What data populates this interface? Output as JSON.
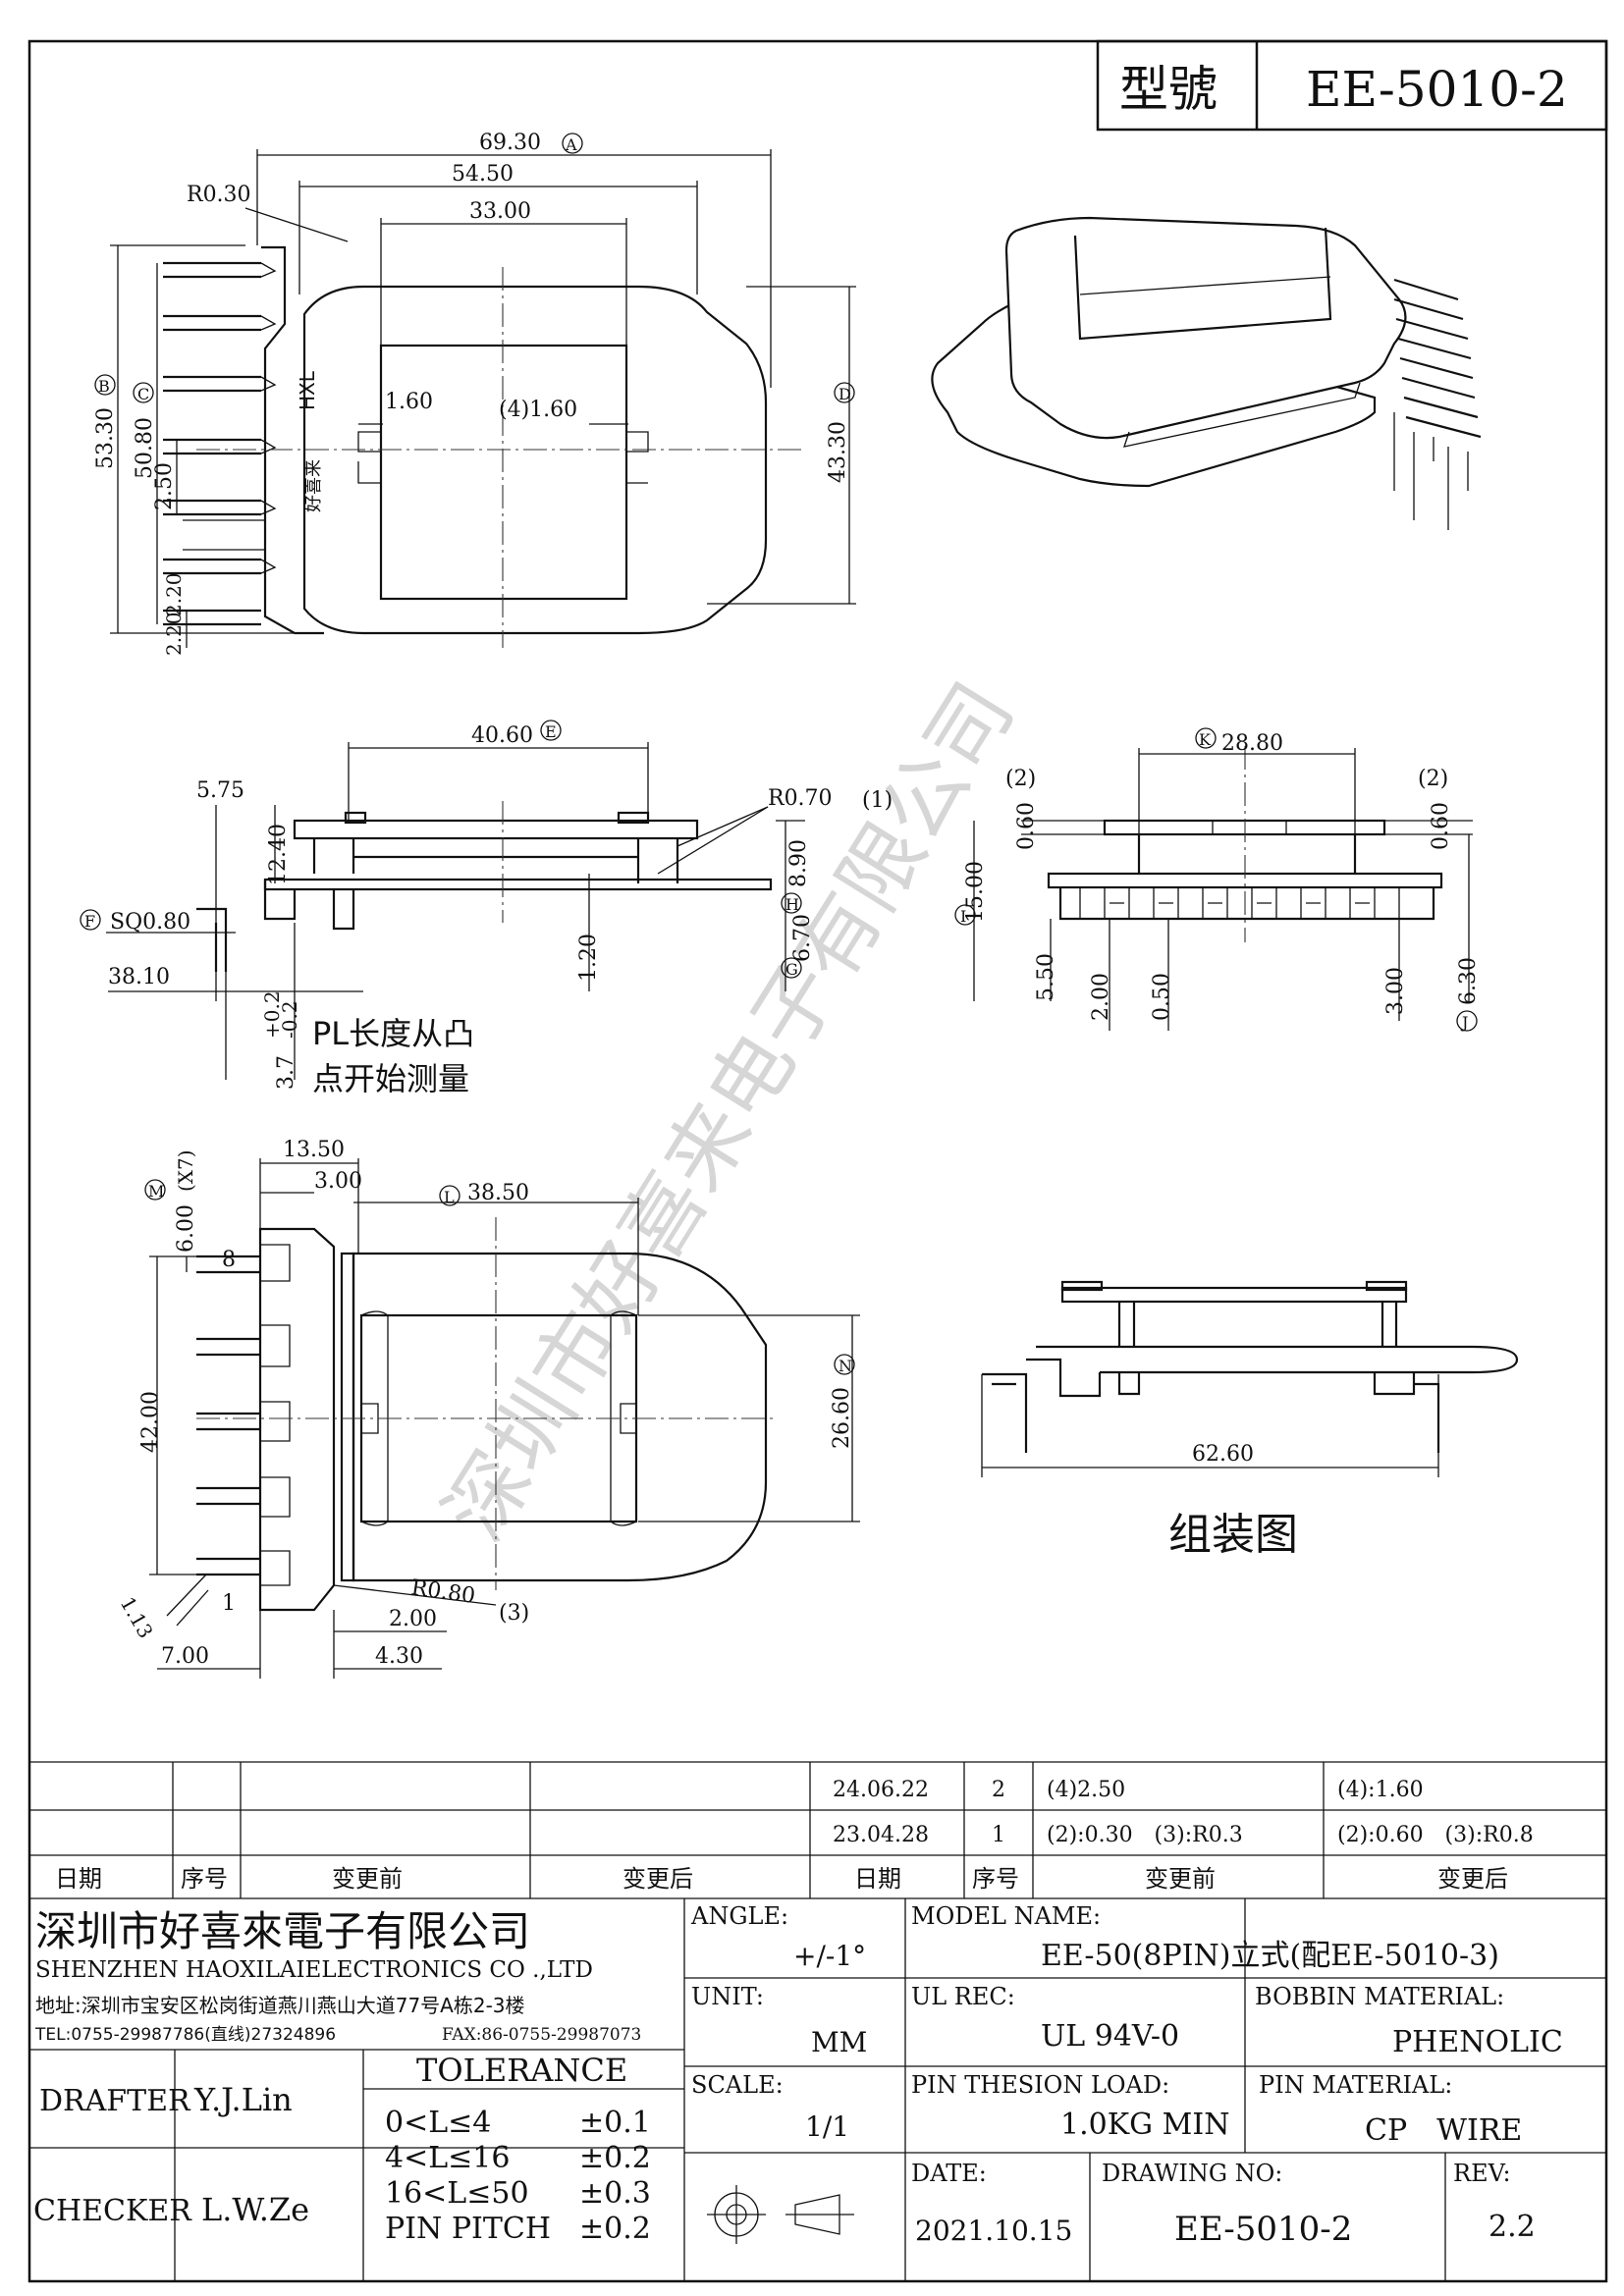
{
  "header": {
    "model_label": "型號",
    "model_no": "EE-5010-2"
  },
  "dimensions": {
    "d_69_30": "69.30",
    "d_54_50": "54.50",
    "d_33_00": "33.00",
    "r_0_30": "R0.30",
    "d_53_30": "53.30",
    "d_50_80": "50.80",
    "d_2_50": "2.50",
    "d_2_20a": "2.20",
    "d_2_20b": "2.20",
    "d_1_60": "1.60",
    "d_4_1_60": "(4)1.60",
    "d_43_30": "43.30",
    "d_40_60": "40.60",
    "d_5_75": "5.75",
    "d_12_40": "12.40",
    "r_0_70": "R0.70",
    "note_1": "(1)",
    "d_8_90": "8.90",
    "sq_0_80": "SQ0.80",
    "d_1_20": "1.20",
    "d_6_70": "6.70",
    "d_38_10": "38.10",
    "tol_3_7": "3.7",
    "tol_plus": "+0.2",
    "tol_minus": "-0.2",
    "pl_note_1": "PL长度从凸",
    "pl_note_2": "点开始测量",
    "d_28_80": "28.80",
    "note_2a": "(2)",
    "note_2b": "(2)",
    "d_0_60a": "0.60",
    "d_0_60b": "0.60",
    "d_15_00": "15.00",
    "d_5_50": "5.50",
    "d_2_00a": "2.00",
    "d_0_50": "0.50",
    "d_3_00a": "3.00",
    "d_6_30": "6.30",
    "d_13_50": "13.50",
    "d_3_00b": "3.00",
    "d_6_00_x7": "6.00",
    "x7": "(X7)",
    "d_38_50": "38.50",
    "pin_8": "8",
    "d_42_00": "42.00",
    "d_26_60": "26.60",
    "d_1_13": "1.13",
    "pin_1": "1",
    "r_0_80": "R0.80",
    "note_3": "(3)",
    "d_2_00b": "2.00",
    "d_7_00": "7.00",
    "d_4_30": "4.30",
    "d_62_60": "62.60",
    "assembly_label": "组装图"
  },
  "balloons": [
    "A",
    "B",
    "C",
    "D",
    "E",
    "F",
    "G",
    "H",
    "I",
    "J",
    "K",
    "L",
    "M",
    "N"
  ],
  "revision_table": {
    "headers": [
      "日期",
      "序号",
      "变更前",
      "变更后",
      "日期",
      "序号",
      "变更前",
      "变更后"
    ],
    "rows": [
      {
        "date": "24.06.22",
        "no": "2",
        "before": "(4)2.50",
        "after": "(4):1.60"
      },
      {
        "date": "23.04.28",
        "no": "1",
        "before": "(2):0.30　(3):R0.3",
        "after": "(2):0.60　(3):R0.8"
      }
    ]
  },
  "title_block": {
    "company_cn": "深圳市好喜來電子有限公司",
    "company_en": "SHENZHEN HAOXILAIELECTRONICS CO .,LTD",
    "address": "地址:深圳市宝安区松岗街道燕川燕山大道77号A栋2-3楼",
    "tel": "TEL:0755-29987786(直线)27324896",
    "fax": "FAX:86-0755-29987073",
    "drafter_label": "DRAFTER",
    "drafter": "Y.J.Lin",
    "checker_label": "CHECKER",
    "checker": "L.W.Ze",
    "tolerance_title": "TOLERANCE",
    "tolerance_rows": [
      {
        "range": "0<L≤4",
        "value": "±0.1"
      },
      {
        "range": "4<L≤16",
        "value": "±0.2"
      },
      {
        "range": "16<L≤50",
        "value": "±0.3"
      },
      {
        "range": "PIN PITCH",
        "value": "±0.2"
      }
    ],
    "angle_label": "ANGLE:",
    "angle": "+/-1°",
    "unit_label": "UNIT:",
    "unit": "MM",
    "scale_label": "SCALE:",
    "scale": "1/1",
    "model_name_label": "MODEL NAME:",
    "model_name": "EE-50(8PIN)立式(配EE-5010-3)",
    "ul_label": "UL REC:",
    "ul": "UL 94V-0",
    "bobbin_label": "BOBBIN MATERIAL:",
    "bobbin": "PHENOLIC",
    "pin_load_label": "PIN THESION LOAD:",
    "pin_load": "1.0KG MIN",
    "pin_material_label": "PIN MATERIAL:",
    "pin_material": "CP　WIRE",
    "date_label": "DATE:",
    "date": "2021.10.15",
    "drawing_no_label": "DRAWING NO:",
    "drawing_no": "EE-5010-2",
    "rev_label": "REV:",
    "rev": "2.2"
  },
  "watermark": "深圳市好喜来电子有限公司",
  "colors": {
    "line": "#111111",
    "watermark": "#d6d6d6",
    "paper": "#ffffff"
  }
}
